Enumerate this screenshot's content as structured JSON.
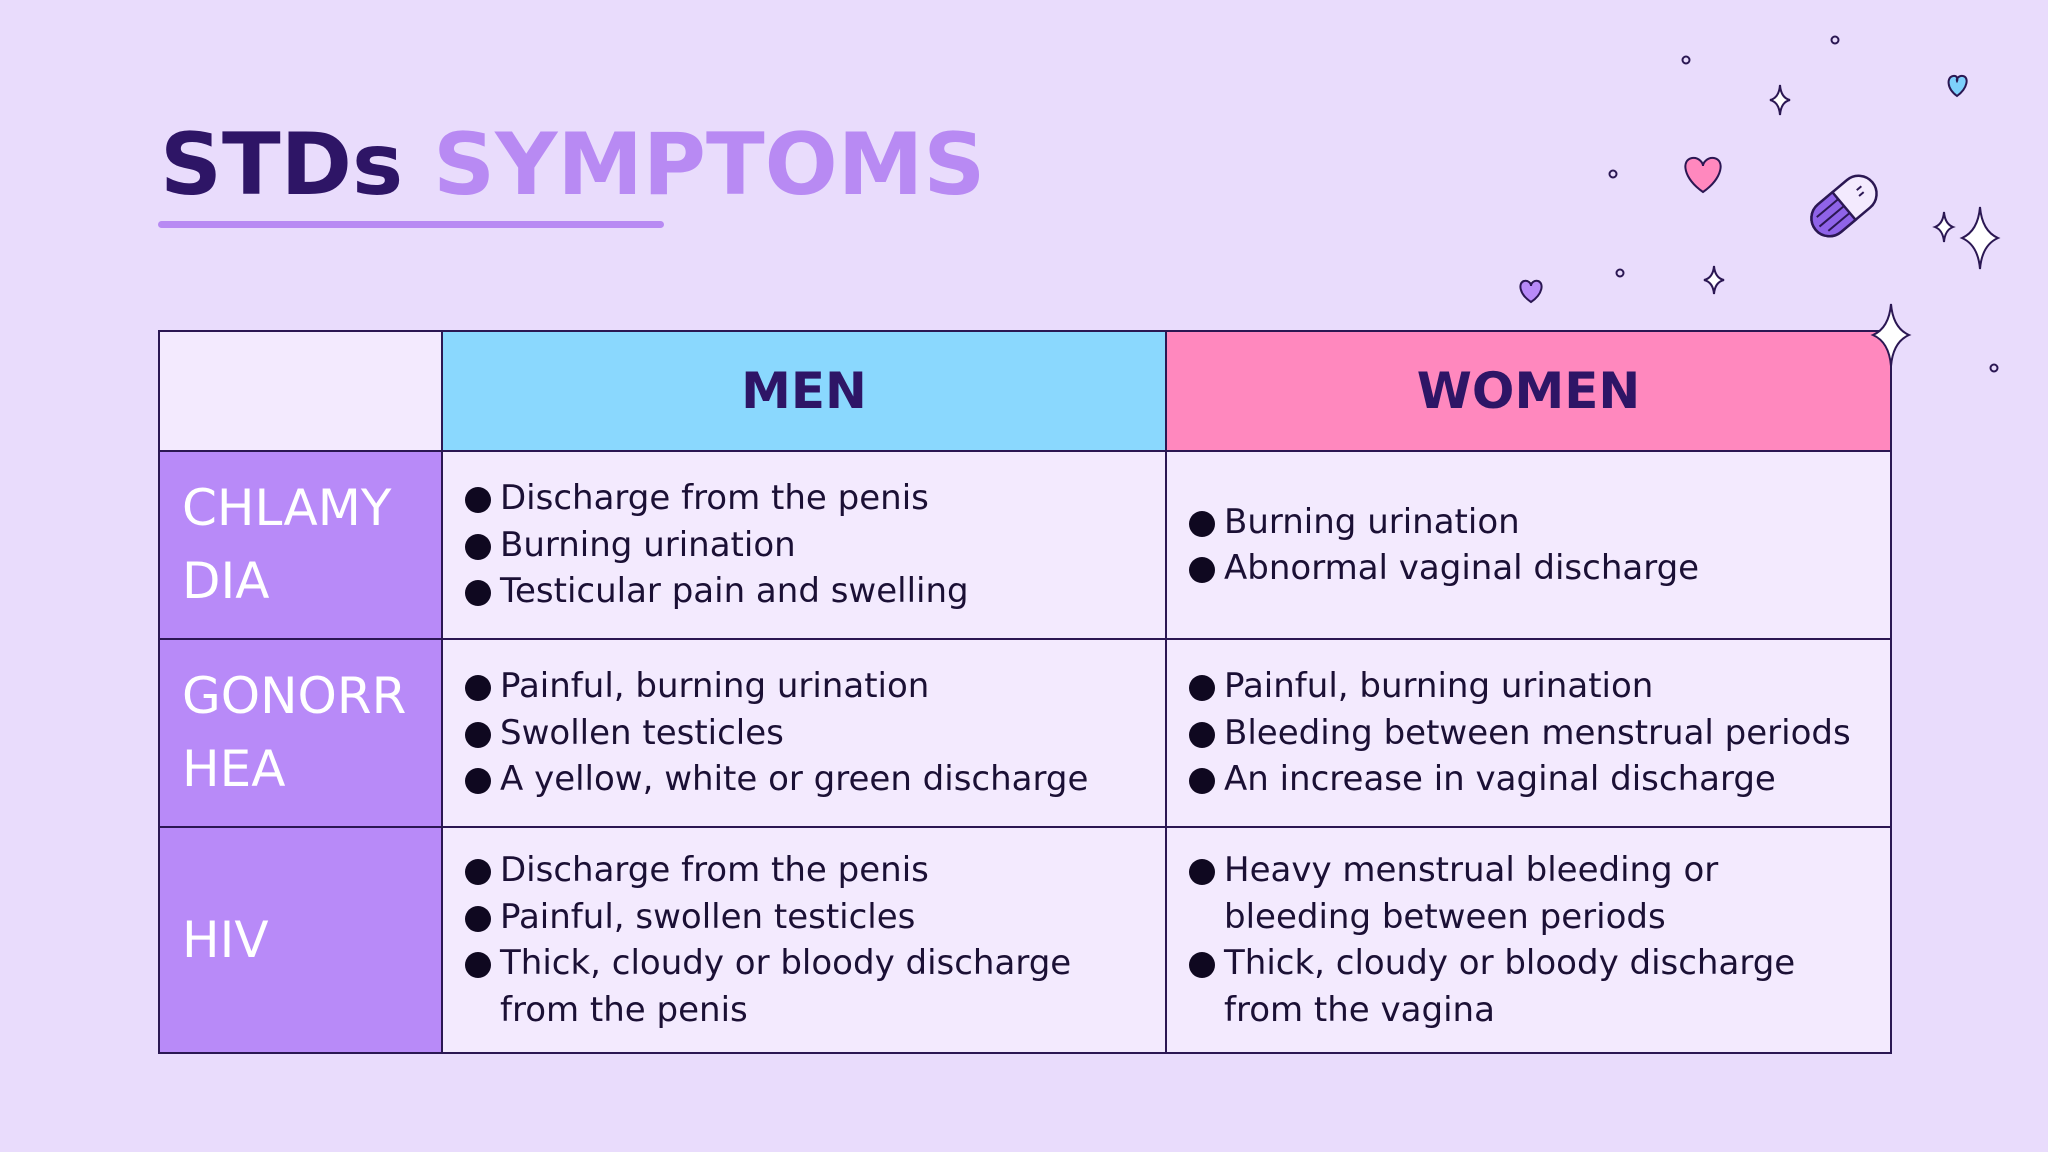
{
  "title": {
    "part1": "STDs",
    "part2": "SYMPTOMS"
  },
  "table": {
    "headers": [
      "MEN",
      "WOMEN"
    ],
    "rows": [
      {
        "label": "CHLAMY\nDIA",
        "men": [
          "Discharge from the penis",
          "Burning urination",
          "Testicular pain and swelling"
        ],
        "women": [
          "Burning urination",
          "Abnormal vaginal discharge"
        ]
      },
      {
        "label": "GONORR\nHEA",
        "men": [
          "Painful, burning urination",
          "Swollen testicles",
          "A yellow, white or green discharge"
        ],
        "women": [
          "Painful, burning urination",
          "Bleeding between menstrual periods",
          "An increase in vaginal discharge"
        ]
      },
      {
        "label": "HIV",
        "men": [
          "Discharge from the penis",
          "Painful, swollen testicles",
          "Thick, cloudy or bloody discharge from the penis"
        ],
        "women": [
          "Heavy menstrual bleeding or bleeding between periods",
          "Thick, cloudy or bloody discharge from the vagina"
        ]
      }
    ]
  },
  "colors": {
    "background": "#e9dcfc",
    "title_dark": "#2e1566",
    "title_accent": "#b88af3",
    "men_header": "#8ad8fe",
    "women_header": "#ff88be",
    "row_label": "#b88af8",
    "cell": "#f3eafe"
  },
  "icons": [
    "heart-icon",
    "pill-capsule-icon",
    "sparkle-icon",
    "circle-dot-icon"
  ]
}
